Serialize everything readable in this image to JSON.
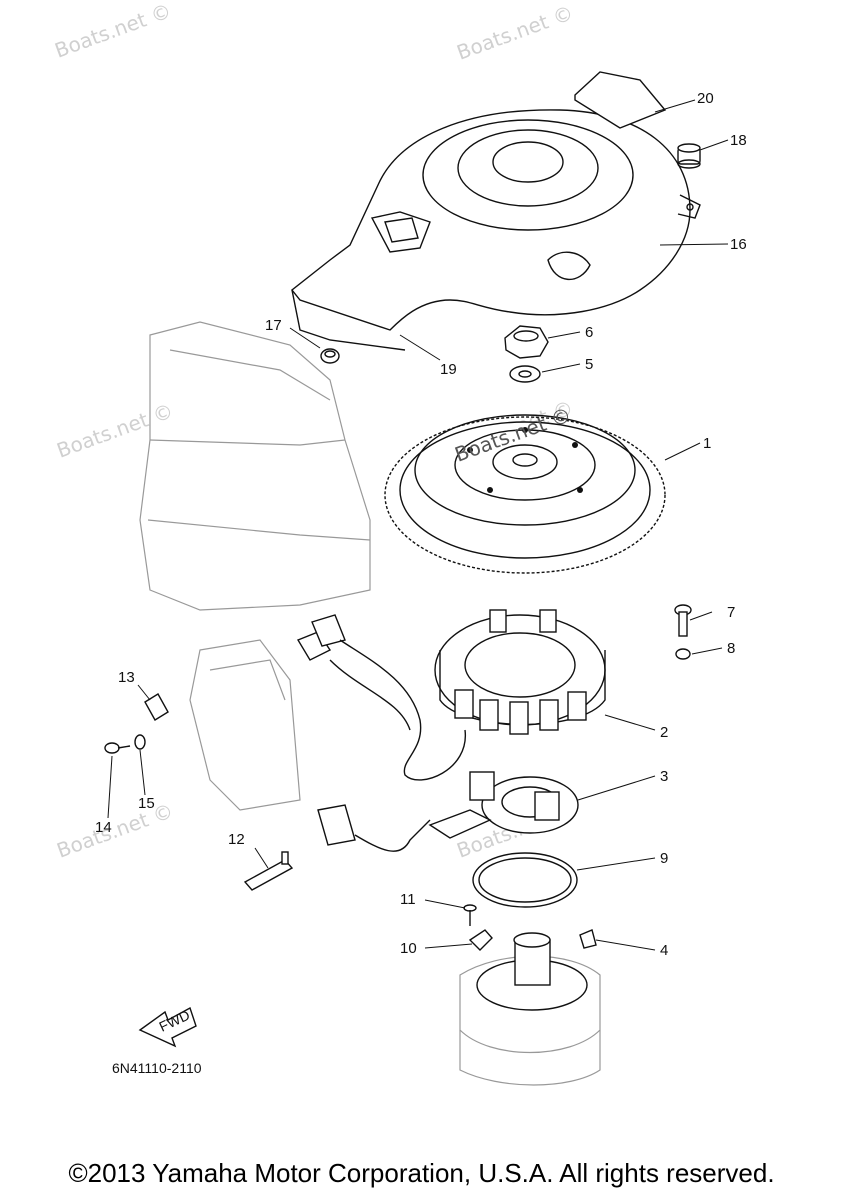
{
  "diagram": {
    "part_code": "6N41110-2110",
    "fwd_label": "FWD",
    "watermark_text": "Boats.net ©",
    "callouts": [
      {
        "id": "c1",
        "label": "1"
      },
      {
        "id": "c2",
        "label": "2"
      },
      {
        "id": "c3",
        "label": "3"
      },
      {
        "id": "c4",
        "label": "4"
      },
      {
        "id": "c5",
        "label": "5"
      },
      {
        "id": "c6",
        "label": "6"
      },
      {
        "id": "c7",
        "label": "7"
      },
      {
        "id": "c8",
        "label": "8"
      },
      {
        "id": "c9",
        "label": "9"
      },
      {
        "id": "c10",
        "label": "10"
      },
      {
        "id": "c11",
        "label": "11"
      },
      {
        "id": "c12",
        "label": "12"
      },
      {
        "id": "c13",
        "label": "13"
      },
      {
        "id": "c14",
        "label": "14"
      },
      {
        "id": "c15",
        "label": "15"
      },
      {
        "id": "c16",
        "label": "16"
      },
      {
        "id": "c17",
        "label": "17"
      },
      {
        "id": "c18",
        "label": "18"
      },
      {
        "id": "c19",
        "label": "19"
      },
      {
        "id": "c20",
        "label": "20"
      }
    ]
  },
  "footer": {
    "copyright": "©2013 Yamaha Motor Corporation, U.S.A. All rights reserved."
  }
}
